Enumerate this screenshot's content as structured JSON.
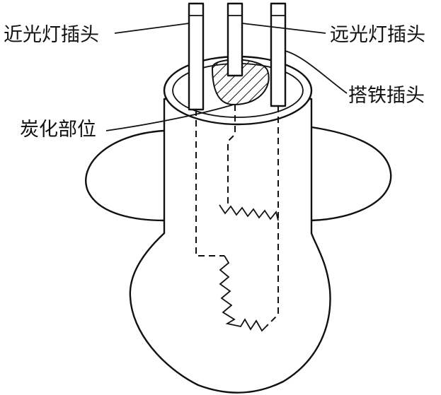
{
  "labels": {
    "low_beam_pin": "近光灯插头",
    "high_beam_pin": "远光灯插头",
    "ground_pin": "搭铁插头",
    "carbonized_area": "炭化部位"
  }
}
